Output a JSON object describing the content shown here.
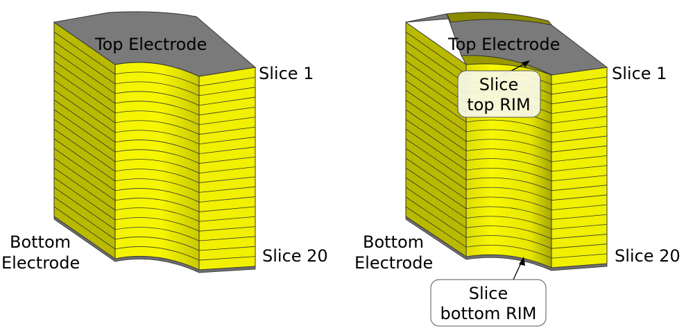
{
  "left_block": {
    "top_label": "Top Electrode",
    "bottom_label_line1": "Bottom",
    "bottom_label_line2": "Electrode",
    "slice_first_label": "Slice 1",
    "slice_last_label": "Slice 20"
  },
  "right_block": {
    "top_label": "Top Electrode",
    "bottom_label_line1": "Bottom",
    "bottom_label_line2": "Electrode",
    "slice_first_label": "Slice 1",
    "slice_last_label": "Slice 20",
    "callout_top_line1": "Slice",
    "callout_top_line2": "top RIM",
    "callout_bottom_line1": "Slice",
    "callout_bottom_line2": "bottom RIM"
  },
  "colors": {
    "yellow": "#f2f200",
    "yellow_side": "#b4b400",
    "olive": "#8a8a00",
    "grey": "#7a7a7a",
    "line": "#333333"
  }
}
